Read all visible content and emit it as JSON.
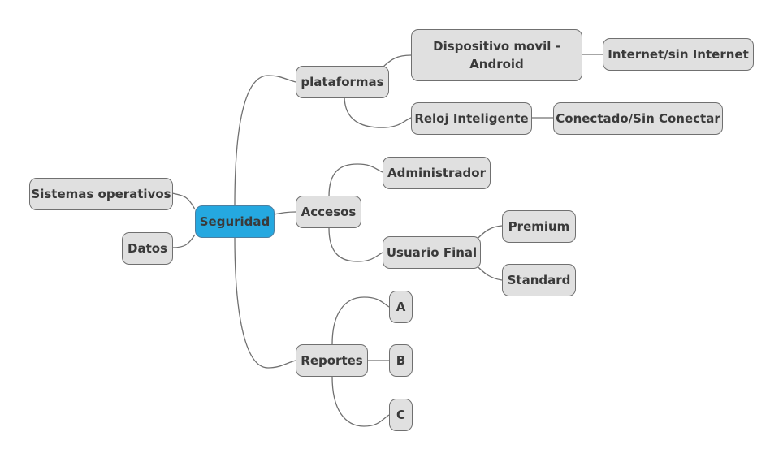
{
  "colors": {
    "root_fill": "#25a8e0",
    "node_fill": "#e0e0e0",
    "node_border": "#707070",
    "connector": "#707070",
    "text": "#3a3a3a"
  },
  "mindmap": {
    "root": "Seguridad",
    "left": {
      "sistemas": "Sistemas operativos",
      "datos": "Datos"
    },
    "plataformas": {
      "label": "plataformas",
      "dispositivo": {
        "line1": "Dispositivo movil -",
        "line2": "Android"
      },
      "internet": "Internet/sin Internet",
      "reloj": "Reloj Inteligente",
      "conectado": "Conectado/Sin Conectar"
    },
    "accesos": {
      "label": "Accesos",
      "administrador": "Administrador",
      "usuario_final": "Usuario Final",
      "premium": "Premium",
      "standard": "Standard"
    },
    "reportes": {
      "label": "Reportes",
      "a": "A",
      "b": "B",
      "c": "C"
    }
  }
}
